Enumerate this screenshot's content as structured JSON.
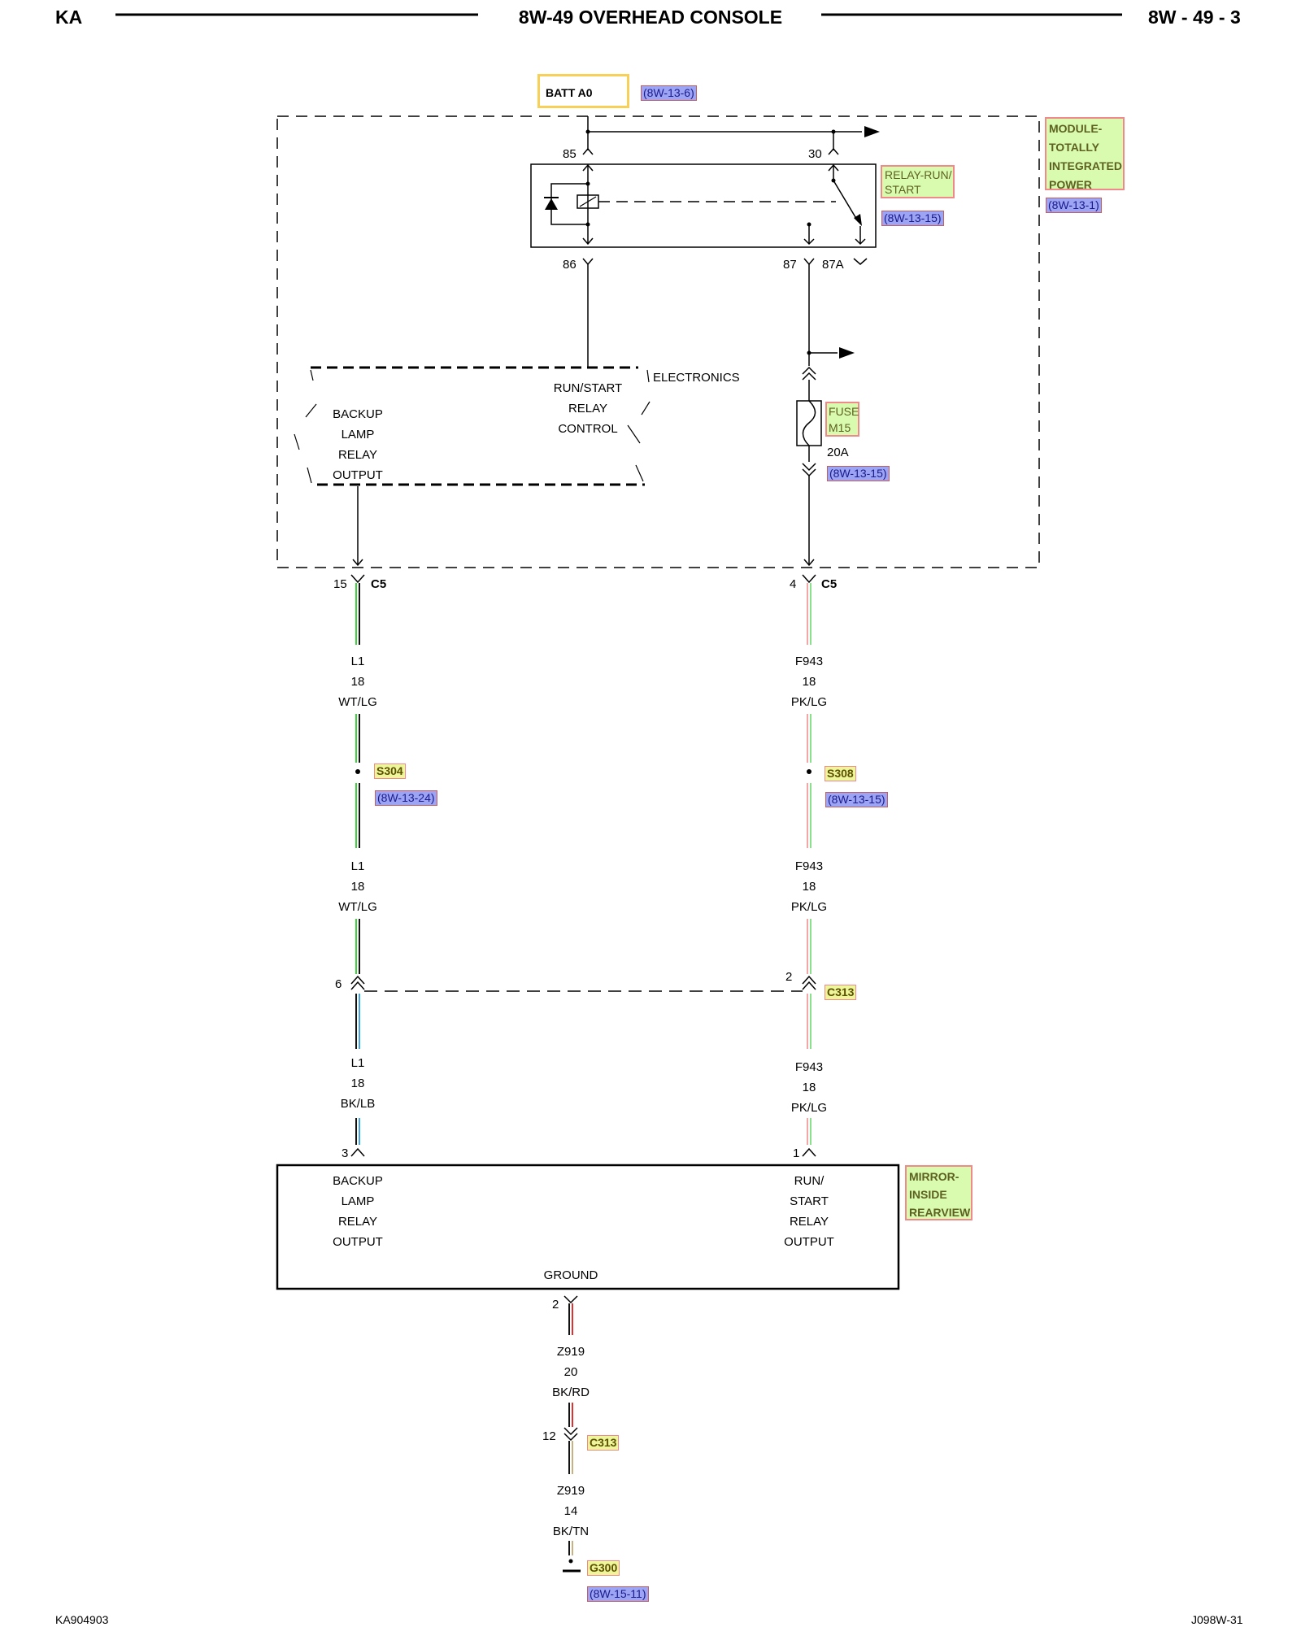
{
  "header": {
    "left": "KA",
    "title": "8W-49 OVERHEAD CONSOLE",
    "right": "8W - 49 - 3"
  },
  "footer": {
    "left": "KA904903",
    "right": "J098W-31"
  },
  "batt": {
    "label": "BATT A0",
    "ref": "(8W-13-6)"
  },
  "module": {
    "label_lines": [
      "MODULE-",
      "TOTALLY",
      "INTEGRATED",
      "POWER"
    ],
    "ref": "(8W-13-1)"
  },
  "relay": {
    "label_lines": [
      "RELAY-RUN/",
      "START"
    ],
    "ref": "(8W-13-15)",
    "pins": {
      "p85": "85",
      "p30": "30",
      "p86": "86",
      "p87": "87",
      "p87a": "87A"
    }
  },
  "electronics": {
    "label": "ELECTRONICS",
    "backup_lines": [
      "BACKUP",
      "LAMP",
      "RELAY",
      "OUTPUT"
    ],
    "runstart_lines": [
      "RUN/START",
      "RELAY",
      "CONTROL"
    ]
  },
  "fuse": {
    "label_lines": [
      "FUSE",
      "M15"
    ],
    "rating": "20A",
    "ref": "(8W-13-15)"
  },
  "connectors": {
    "c5": "C5",
    "c5_left_pin": "15",
    "c5_right_pin": "4",
    "c313": "C313",
    "c313_left_pin": "6",
    "c313_right_pin": "2",
    "mirror_left_pin": "3",
    "mirror_right_pin": "1",
    "ground_pin": "2",
    "c313_ground_pin": "12"
  },
  "wires": {
    "left1": [
      "L1",
      "18",
      "WT/LG"
    ],
    "left2": [
      "L1",
      "18",
      "WT/LG"
    ],
    "left3": [
      "L1",
      "18",
      "BK/LB"
    ],
    "right1": [
      "F943",
      "18",
      "PK/LG"
    ],
    "right2": [
      "F943",
      "18",
      "PK/LG"
    ],
    "right3": [
      "F943",
      "18",
      "PK/LG"
    ],
    "ground1": [
      "Z919",
      "20",
      "BK/RD"
    ],
    "ground2": [
      "Z919",
      "14",
      "BK/TN"
    ]
  },
  "splices": {
    "s304": "S304",
    "s304_ref": "(8W-13-24)",
    "s308": "S308",
    "s308_ref": "(8W-13-15)"
  },
  "mirror": {
    "label_lines": [
      "MIRROR-",
      "INSIDE",
      "REARVIEW"
    ],
    "backup_lines": [
      "BACKUP",
      "LAMP",
      "RELAY",
      "OUTPUT"
    ],
    "runstart_lines": [
      "RUN/",
      "START",
      "RELAY",
      "OUTPUT"
    ],
    "ground": "GROUND"
  },
  "ground_point": {
    "label": "G300",
    "ref": "(8W-15-11)"
  },
  "colors": {
    "wt_lg_a": "#f2f2f2",
    "wt_lg_b": "#3cd23c",
    "pk_lg_a": "#f3a6a6",
    "pk_lg_b": "#8be08b",
    "bk_lb_a": "#111111",
    "bk_lb_b": "#3aa8e8",
    "bk_rd_a": "#111111",
    "bk_rd_b": "#e23030",
    "bk_tn_a": "#111111",
    "bk_tn_b": "#c8b080"
  }
}
